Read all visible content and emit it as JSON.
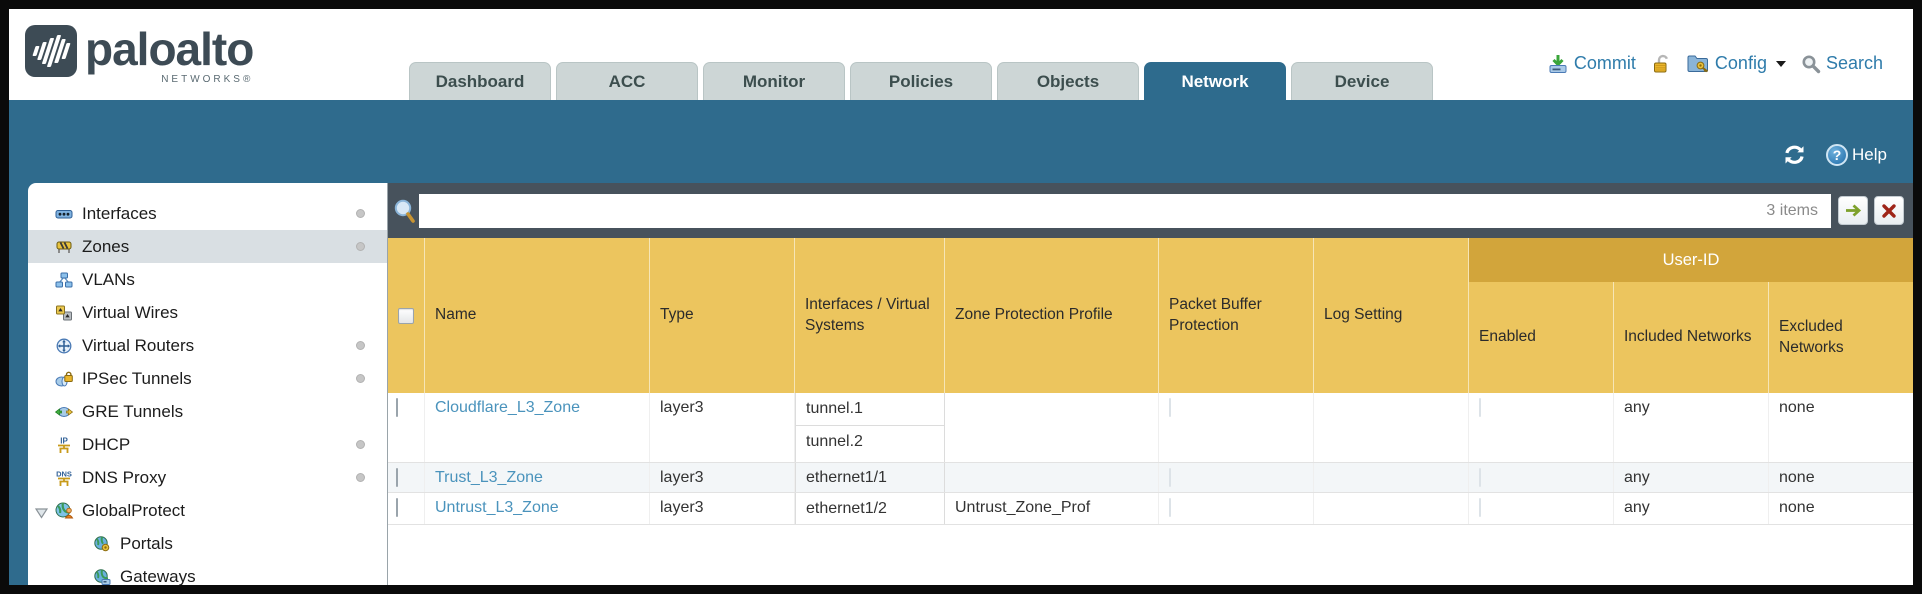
{
  "brand": {
    "name": "paloalto",
    "subtitle": "NETWORKS®"
  },
  "nav_tabs": [
    {
      "label": "Dashboard",
      "active": false
    },
    {
      "label": "ACC",
      "active": false
    },
    {
      "label": "Monitor",
      "active": false
    },
    {
      "label": "Policies",
      "active": false
    },
    {
      "label": "Objects",
      "active": false
    },
    {
      "label": "Network",
      "active": true
    },
    {
      "label": "Device",
      "active": false
    }
  ],
  "toolbar": {
    "commit_label": "Commit",
    "config_label": "Config",
    "search_label": "Search"
  },
  "band": {
    "help_label": "Help"
  },
  "sidebar": {
    "items": [
      {
        "label": "Interfaces",
        "icon": "interfaces-icon",
        "dot": true
      },
      {
        "label": "Zones",
        "icon": "zones-icon",
        "dot": true,
        "selected": true
      },
      {
        "label": "VLANs",
        "icon": "vlans-icon",
        "dot": false
      },
      {
        "label": "Virtual Wires",
        "icon": "virtual-wires-icon",
        "dot": false
      },
      {
        "label": "Virtual Routers",
        "icon": "virtual-routers-icon",
        "dot": true
      },
      {
        "label": "IPSec Tunnels",
        "icon": "ipsec-tunnels-icon",
        "dot": true
      },
      {
        "label": "GRE Tunnels",
        "icon": "gre-tunnels-icon",
        "dot": false
      },
      {
        "label": "DHCP",
        "icon": "dhcp-icon",
        "dot": true
      },
      {
        "label": "DNS Proxy",
        "icon": "dns-proxy-icon",
        "dot": true
      },
      {
        "label": "GlobalProtect",
        "icon": "globalprotect-icon",
        "dot": false,
        "expanded": true
      },
      {
        "label": "Portals",
        "icon": "portals-icon",
        "dot": false,
        "child": true
      },
      {
        "label": "Gateways",
        "icon": "gateways-icon",
        "dot": false,
        "child": true
      }
    ]
  },
  "filter_bar": {
    "value": "",
    "count_label": "3 items"
  },
  "table": {
    "group_header": "User-ID",
    "columns": [
      "Name",
      "Type",
      "Interfaces / Virtual Systems",
      "Zone Protection Profile",
      "Packet Buffer Protection",
      "Log Setting",
      "Enabled",
      "Included Networks",
      "Excluded Networks"
    ],
    "rows": [
      {
        "name": "Cloudflare_L3_Zone",
        "type": "layer3",
        "interfaces": [
          "tunnel.1",
          "tunnel.2"
        ],
        "zone_protection_profile": "",
        "log_setting": "",
        "included_networks": "any",
        "excluded_networks": "none"
      },
      {
        "name": "Trust_L3_Zone",
        "type": "layer3",
        "interfaces": [
          "ethernet1/1"
        ],
        "zone_protection_profile": "",
        "log_setting": "",
        "included_networks": "any",
        "excluded_networks": "none"
      },
      {
        "name": "Untrust_L3_Zone",
        "type": "layer3",
        "interfaces": [
          "ethernet1/2"
        ],
        "zone_protection_profile": "Untrust_Zone_Prof",
        "log_setting": "",
        "included_networks": "any",
        "excluded_networks": "none"
      }
    ]
  },
  "colors": {
    "teal": "#2f6b8d",
    "header_gold": "#ecc55e",
    "group_gold": "#d2a53b",
    "filter_bar": "#47525c",
    "link_blue": "#4a93bc",
    "tab_inactive": "#cdd6d6"
  }
}
